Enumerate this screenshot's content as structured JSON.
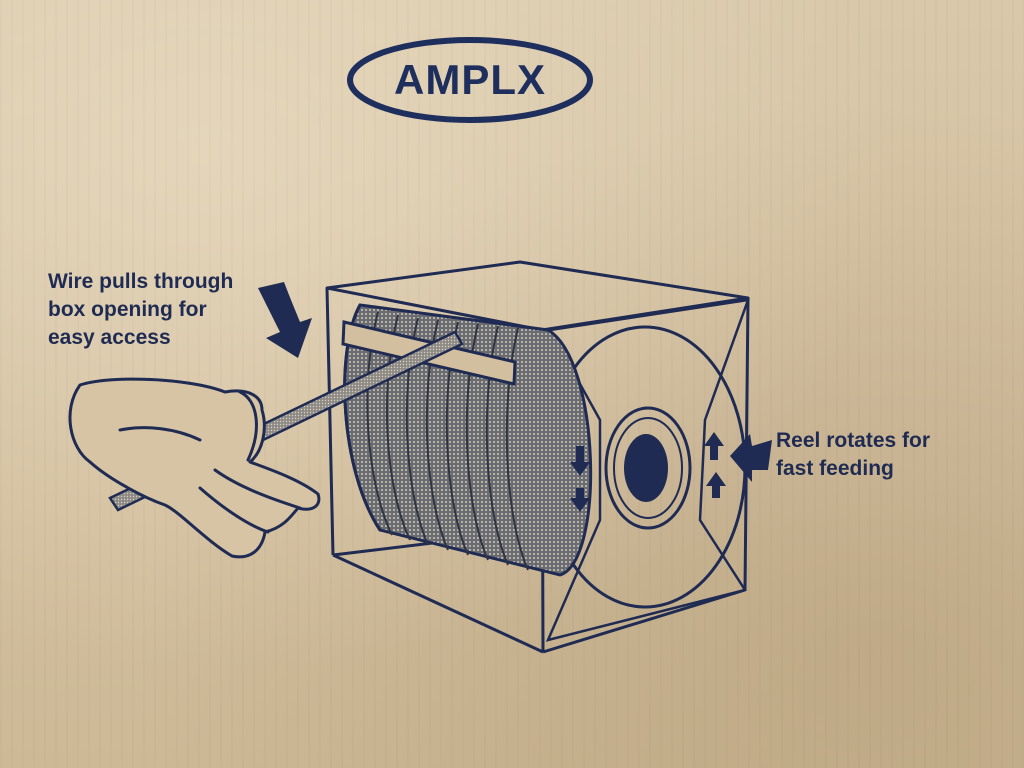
{
  "brand": {
    "name": "AMPLX"
  },
  "callouts": {
    "wire_pull": {
      "lines": [
        "Wire pulls through",
        "box opening for",
        "easy access"
      ]
    },
    "reel_rotate": {
      "lines": [
        "Reel rotates for",
        "fast feeding"
      ]
    }
  },
  "colors": {
    "ink": "#1f2b52",
    "cardboard": "#d6c4a4"
  },
  "icons": [
    "down-arrow-icon",
    "left-arrow-icon",
    "rotation-arrow-icon"
  ]
}
